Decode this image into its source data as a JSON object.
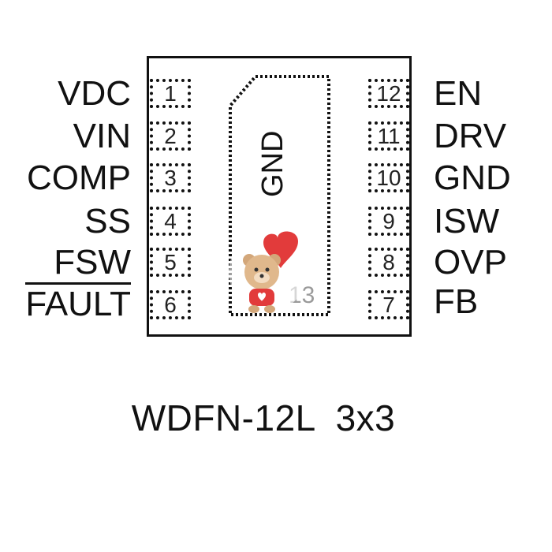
{
  "package": {
    "name": "WDFN-12L  3x3",
    "exposed_pad": {
      "name": "GND",
      "number": "13"
    },
    "left_pins": [
      {
        "number": "1",
        "name": "VDC"
      },
      {
        "number": "2",
        "name": "VIN"
      },
      {
        "number": "3",
        "name": "COMP"
      },
      {
        "number": "4",
        "name": "SS"
      },
      {
        "number": "5",
        "name": "FSW"
      },
      {
        "number": "6",
        "name": "FAULT",
        "overbar": true
      }
    ],
    "right_pins": [
      {
        "number": "12",
        "name": "EN"
      },
      {
        "number": "11",
        "name": "DRV"
      },
      {
        "number": "10",
        "name": "GND"
      },
      {
        "number": "9",
        "name": "ISW"
      },
      {
        "number": "8",
        "name": "OVP"
      },
      {
        "number": "7",
        "name": "FB"
      }
    ]
  },
  "colors": {
    "outline": "#111111",
    "watermark_heart": "#e23b3b"
  }
}
